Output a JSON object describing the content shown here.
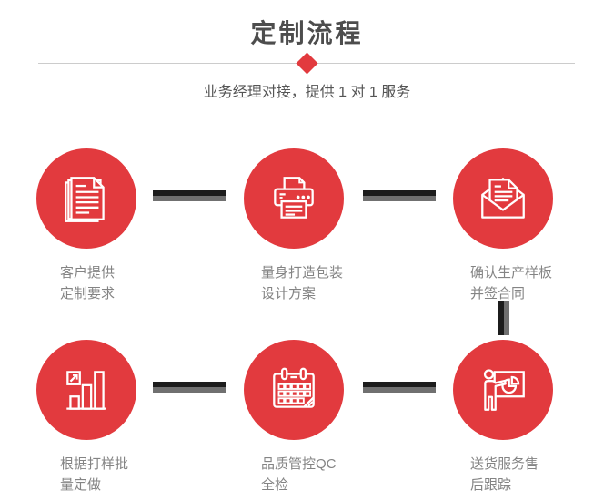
{
  "header": {
    "title": "定制流程",
    "subtitle": "业务经理对接，提供 1 对 1 服务"
  },
  "colors": {
    "accent_red": "#e23a3e",
    "title_gray": "#4d4d4d",
    "subtitle_gray": "#555555",
    "label_gray": "#848484",
    "divider_gray": "#cccccc",
    "connector_dark": "#1c1c1c",
    "connector_gray": "#707070"
  },
  "steps": [
    {
      "icon": "documents-icon",
      "label_line1": "客户提供",
      "label_line2": "定制要求"
    },
    {
      "icon": "printer-icon",
      "label_line1": "量身打造包装",
      "label_line2": "设计方案"
    },
    {
      "icon": "envelope-icon",
      "label_line1": "确认生产样板",
      "label_line2": "并签合同"
    },
    {
      "icon": "bar-chart-icon",
      "label_line1": "根据打样批",
      "label_line2": "量定做"
    },
    {
      "icon": "calendar-icon",
      "label_line1": "品质管控QC",
      "label_line2": "全检"
    },
    {
      "icon": "presentation-icon",
      "label_line1": "送货服务售",
      "label_line2": "后跟踪"
    }
  ]
}
